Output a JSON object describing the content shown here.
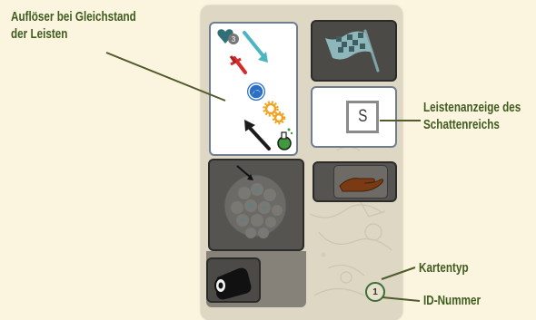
{
  "labels": {
    "tiebreaker_line1": "Auflöser bei Gleichstand",
    "tiebreaker_line2": "der Leisten",
    "shadow_track_line1": "Leistenanzeige des",
    "shadow_track_line2": "Schattenreichs",
    "card_type": "Kartentyp",
    "id_number": "ID-Nummer"
  },
  "card": {
    "shadow_track_symbol": "S",
    "id_value": "1",
    "heart_token_value": "3",
    "icons": [
      "heart-token-icon",
      "teal-arrow-icon",
      "red-sword-icon",
      "blue-emblem-icon",
      "orange-gears-icon",
      "black-arrow-icon",
      "green-potion-icon",
      "checkered-flag-icon",
      "open-hand-icon",
      "orb-cluster-icon",
      "rolled-scroll-icon"
    ]
  },
  "colors": {
    "label_text": "#3f5b20",
    "leader_line": "#4f5b2c",
    "panel_dark": "#4b4a47",
    "panel_border_blue": "#6f7d93",
    "id_ring": "#3b6e3b"
  }
}
